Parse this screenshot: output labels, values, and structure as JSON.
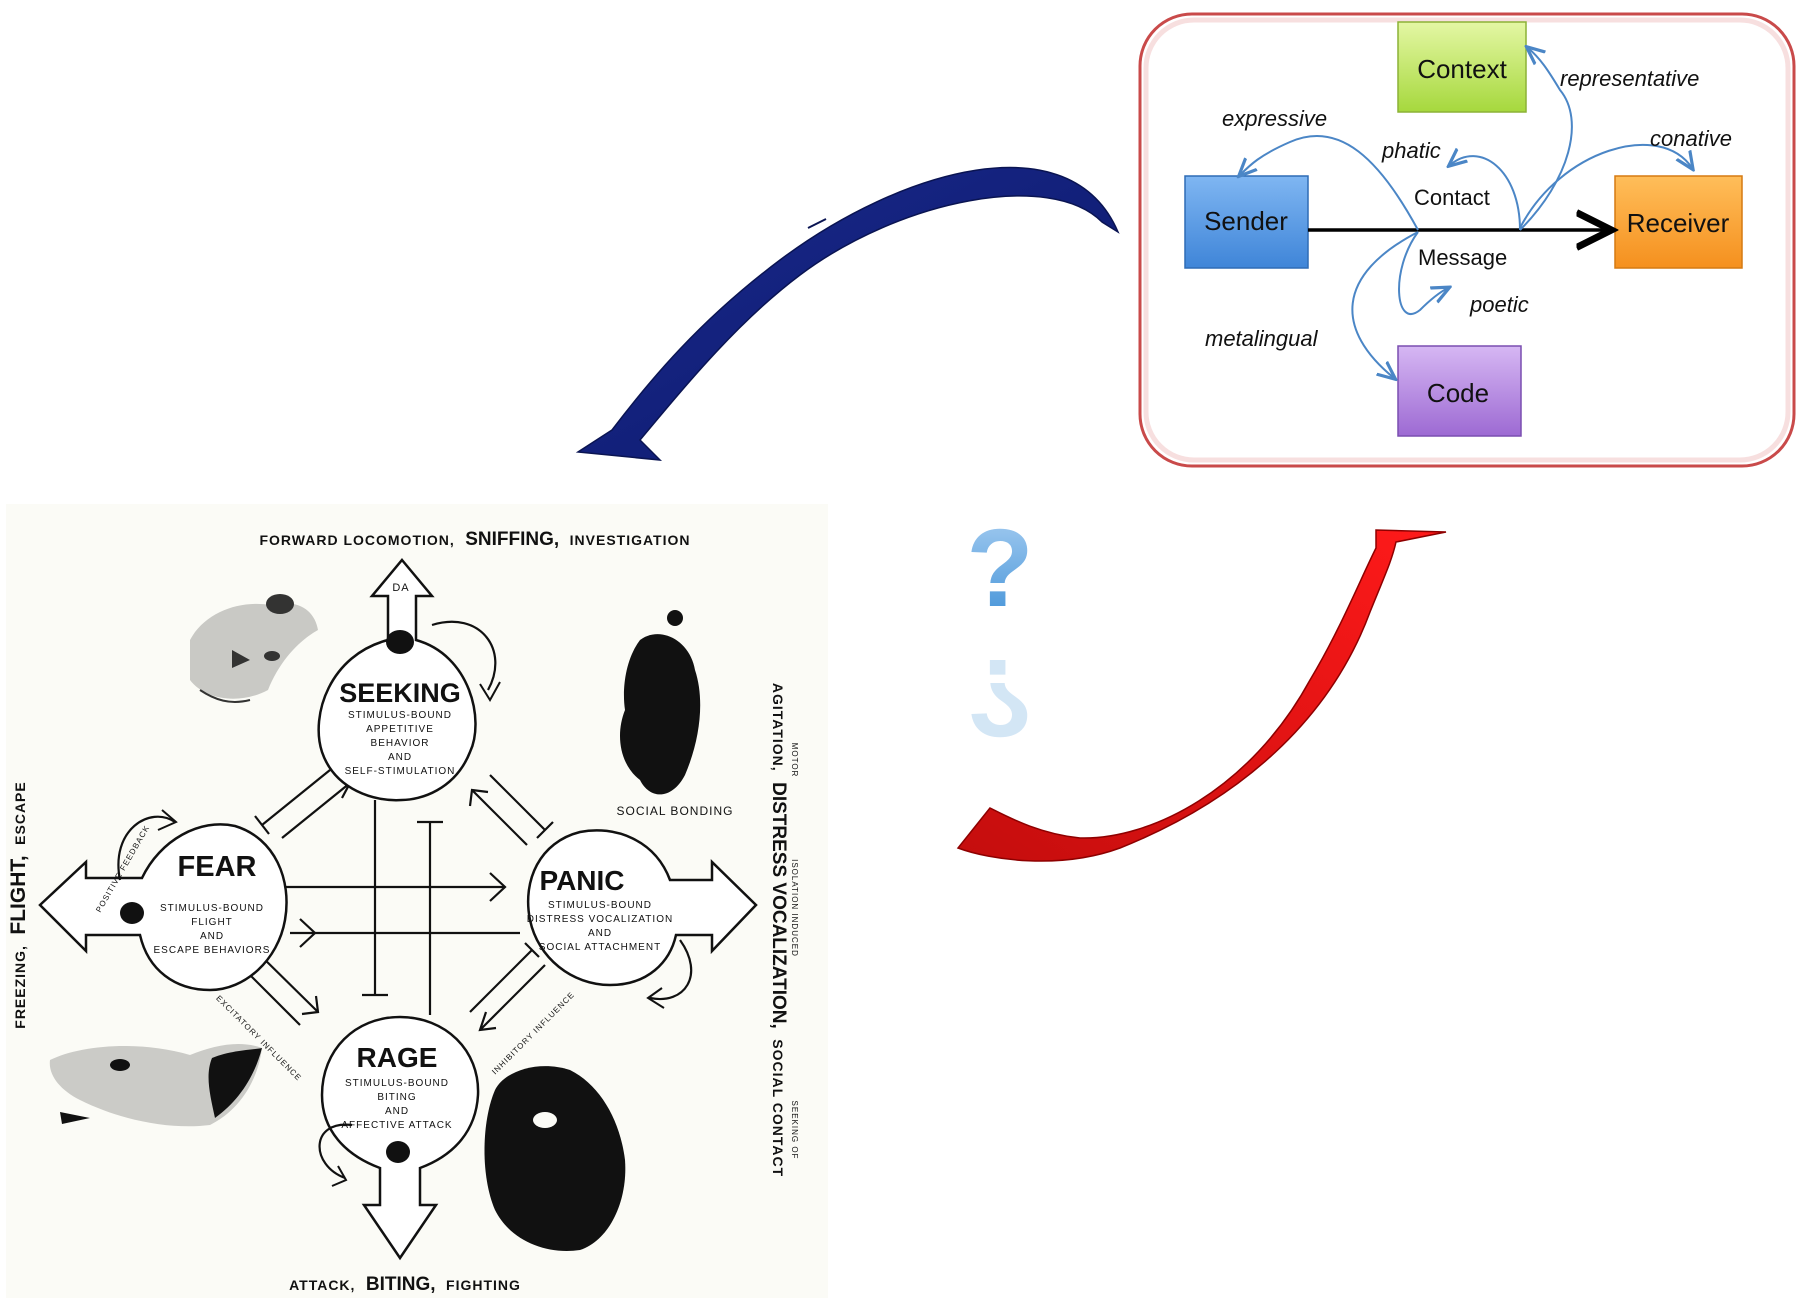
{
  "jakobson": {
    "boxes": {
      "context": "Context",
      "sender": "Sender",
      "receiver": "Receiver",
      "code": "Code"
    },
    "labels": {
      "contact": "Contact",
      "message": "Message"
    },
    "functions": {
      "representative": "representative",
      "expressive": "expressive",
      "phatic": "phatic",
      "conative": "conative",
      "poetic": "poetic",
      "metalingual": "metalingual"
    }
  },
  "question_mark": "?",
  "panksepp": {
    "top_label": {
      "left": "FORWARD LOCOMOTION,",
      "main": "SNIFFING,",
      "right": "INVESTIGATION"
    },
    "bottom_label": {
      "left": "ATTACK,",
      "main": "BITING,",
      "right": "FIGHTING"
    },
    "left_label": {
      "left": "FREEZING,",
      "main": "FLIGHT,",
      "right": "ESCAPE"
    },
    "right_label": {
      "small_top": "MOTOR",
      "left": "AGITATION,",
      "small_mid": "ISOLATION INDUCED",
      "main": "DISTRESS VOCALIZATION,",
      "right": "SOCIAL CONTACT",
      "small_end": "SEEKING OF"
    },
    "da_label": "DA",
    "social_bonding": "SOCIAL BONDING",
    "positive_feedback": "POSITIVE FEEDBACK",
    "excitatory": "EXCITATORY INFLUENCE",
    "inhibitory": "INHIBITORY INFLUENCE",
    "systems": {
      "seeking": {
        "name": "SEEKING",
        "lines": [
          "STIMULUS-BOUND",
          "APPETITIVE",
          "BEHAVIOR",
          "AND",
          "SELF-STIMULATION"
        ]
      },
      "fear": {
        "name": "FEAR",
        "lines": [
          "STIMULUS-BOUND",
          "FLIGHT",
          "AND",
          "ESCAPE BEHAVIORS"
        ]
      },
      "panic": {
        "name": "PANIC",
        "lines": [
          "STIMULUS-BOUND",
          "DISTRESS VOCALIZATION",
          "AND",
          "SOCIAL ATTACHMENT"
        ]
      },
      "rage": {
        "name": "RAGE",
        "lines": [
          "STIMULUS-BOUND",
          "BITING",
          "AND",
          "AFFECTIVE ATTACK"
        ]
      }
    }
  }
}
